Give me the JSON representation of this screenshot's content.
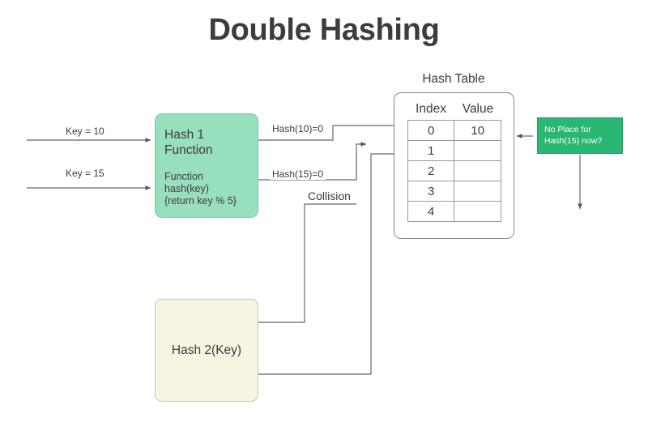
{
  "title": "Double Hashing",
  "colors": {
    "background": "#ffffff",
    "hash1_fill": "#98dfbd",
    "hash2_fill": "#f7f4e3",
    "note_fill": "#2ab673",
    "note_text": "#ffffff",
    "line": "#666666",
    "text": "#3c3c3c"
  },
  "inputs": [
    {
      "label": "Key = 10"
    },
    {
      "label": "Key = 15"
    }
  ],
  "hash1": {
    "title": "Hash 1\nFunction",
    "code": "Function hash(key)\n{return key % 5}"
  },
  "hash2": {
    "label": "Hash 2(Key)"
  },
  "edges": {
    "hash10": "Hash(10)=0",
    "hash15": "Hash(15)=0",
    "collision": "Collision"
  },
  "hash_table": {
    "caption": "Hash Table",
    "columns": [
      "Index",
      "Value"
    ],
    "rows": [
      {
        "index": "0",
        "value": "10"
      },
      {
        "index": "1",
        "value": ""
      },
      {
        "index": "2",
        "value": ""
      },
      {
        "index": "3",
        "value": ""
      },
      {
        "index": "4",
        "value": ""
      }
    ]
  },
  "note": {
    "text": "No Place for\nHash(15) now?"
  }
}
